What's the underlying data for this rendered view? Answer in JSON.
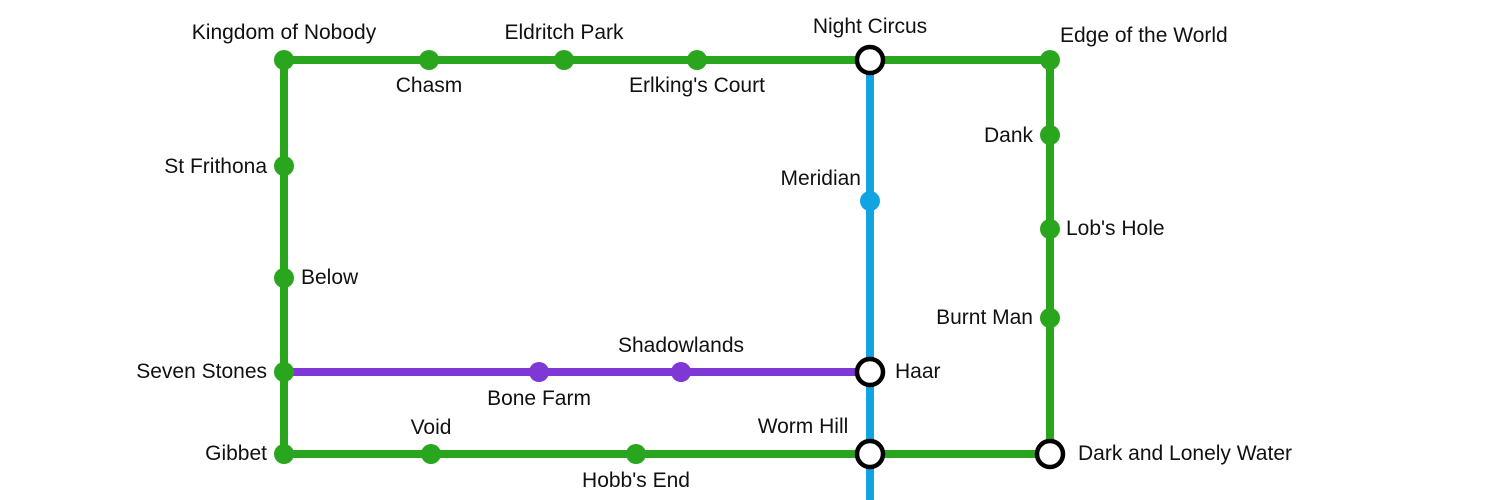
{
  "lines": {
    "green": {
      "color": "#2aa61e"
    },
    "blue": {
      "color": "#12a3e3"
    },
    "purple": {
      "color": "#7d38d6"
    }
  },
  "stations": {
    "kingdom_of_nobody": "Kingdom of Nobody",
    "chasm": "Chasm",
    "eldritch_park": "Eldritch Park",
    "erlkings_court": "Erlking's Court",
    "night_circus": "Night Circus",
    "edge_of_the_world": "Edge of the World",
    "st_frithona": "St Frithona",
    "meridian": "Meridian",
    "dank": "Dank",
    "lobs_hole": "Lob's Hole",
    "below": "Below",
    "burnt_man": "Burnt Man",
    "seven_stones": "Seven Stones",
    "bone_farm": "Bone Farm",
    "shadowlands": "Shadowlands",
    "haar": "Haar",
    "worm_hill": "Worm Hill",
    "void": "Void",
    "gibbet": "Gibbet",
    "hobbs_end": "Hobb's End",
    "dark_and_lonely_water": "Dark and Lonely Water"
  }
}
